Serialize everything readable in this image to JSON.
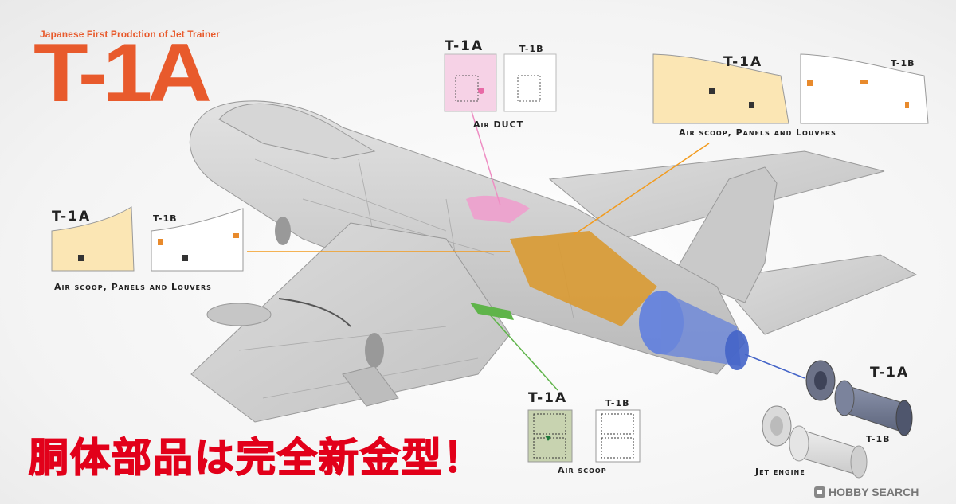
{
  "header": {
    "subtitle": "Japanese First Prodction of Jet Trainer",
    "title": "T-1A"
  },
  "callouts": {
    "air_duct": {
      "variant_a": "T-1A",
      "variant_b": "T-1B",
      "caption": "Air DUCT",
      "color": "#f3a6cf"
    },
    "air_scoop_right": {
      "variant_a": "T-1A",
      "variant_b": "T-1B",
      "caption": "Air scoop, Panels and Louvers",
      "color": "#f7a22b"
    },
    "air_scoop_left": {
      "variant_a": "T-1A",
      "variant_b": "T-1B",
      "caption": "Air scoop, Panels and Louvers",
      "color": "#f7a22b"
    },
    "air_scoop_bottom": {
      "variant_a": "T-1A",
      "variant_b": "T-1B",
      "caption": "Air scoop",
      "color": "#6aa84f"
    },
    "jet_engine": {
      "variant_a": "T-1A",
      "variant_b": "T-1B",
      "caption": "Jet engine",
      "color": "#4a6ee0"
    }
  },
  "banner": {
    "text": "胴体部品は完全新金型！"
  },
  "watermark": {
    "text": "HOBBY SEARCH"
  },
  "colors": {
    "accent": "#e85a2c",
    "banner": "#e2001a",
    "panel_a": "#fbe6b4",
    "panel_air_duct_a": "#f6d2e6",
    "panel_scoop_a": "#c8d3b0",
    "aircraft": "#cdcdcd"
  }
}
